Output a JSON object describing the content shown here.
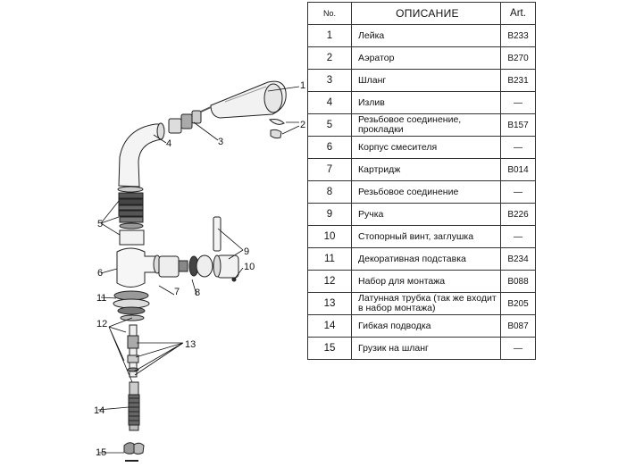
{
  "table": {
    "headers": {
      "no": "No.",
      "description": "ОПИСАНИЕ",
      "art": "Art."
    },
    "rows": [
      {
        "no": "1",
        "description": "Лейка",
        "art": "B233"
      },
      {
        "no": "2",
        "description": "Аэратор",
        "art": "B270"
      },
      {
        "no": "3",
        "description": "Шланг",
        "art": "B231"
      },
      {
        "no": "4",
        "description": "Излив",
        "art": "—"
      },
      {
        "no": "5",
        "description": "Резьбовое соединение, прокладки",
        "art": "B157"
      },
      {
        "no": "6",
        "description": "Корпус смесителя",
        "art": "—"
      },
      {
        "no": "7",
        "description": "Картридж",
        "art": "B014"
      },
      {
        "no": "8",
        "description": "Резьбовое соединение",
        "art": "—"
      },
      {
        "no": "9",
        "description": "Ручка",
        "art": "B226"
      },
      {
        "no": "10",
        "description": "Стопорный винт, заглушка",
        "art": "—"
      },
      {
        "no": "11",
        "description": "Декоративная подставка",
        "art": "B234"
      },
      {
        "no": "12",
        "description": "Набор для монтажа",
        "art": "B088"
      },
      {
        "no": "13",
        "description": "Латунная трубка (так же входит в набор монтажа)",
        "art": "B205"
      },
      {
        "no": "14",
        "description": "Гибкая подводка",
        "art": "B087"
      },
      {
        "no": "15",
        "description": "Грузик на шланг",
        "art": "—"
      }
    ]
  },
  "diagram": {
    "callouts": [
      "1",
      "2",
      "3",
      "4",
      "5",
      "6",
      "7",
      "8",
      "9",
      "10",
      "11",
      "12",
      "13",
      "14",
      "15"
    ]
  }
}
